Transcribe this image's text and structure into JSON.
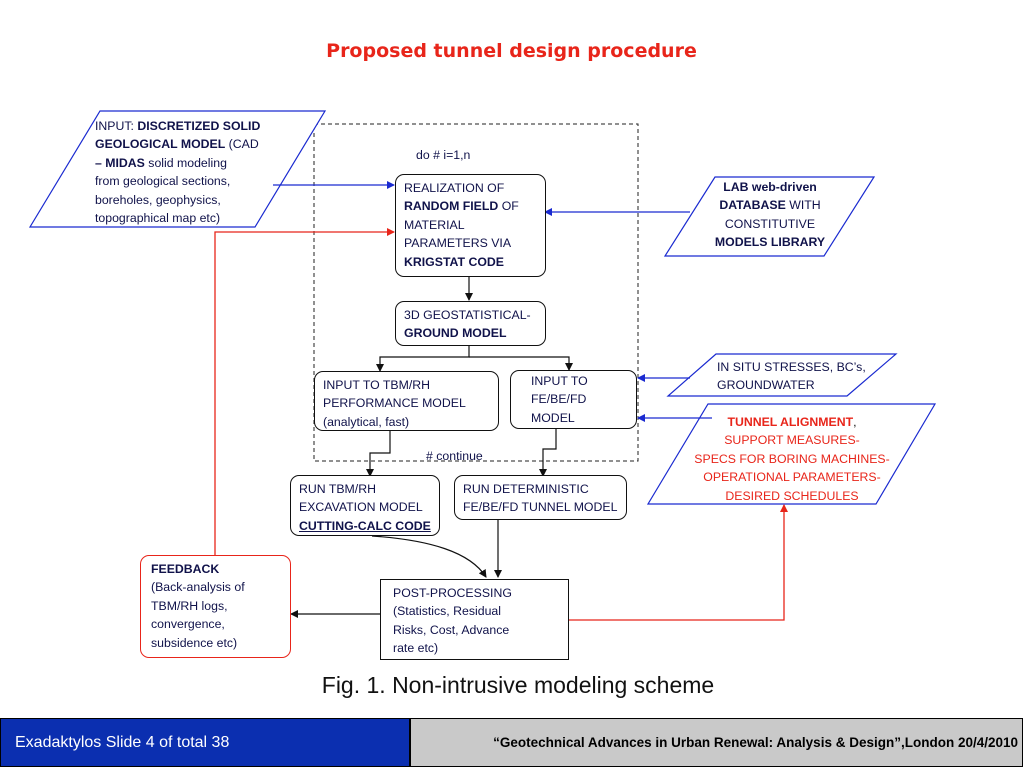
{
  "title": "Proposed tunnel design procedure",
  "loop": {
    "start": "do # i=1,n",
    "end": "# continue"
  },
  "input_geo": {
    "l1_a": "INPUT: ",
    "l1_b": "DISCRETIZED SOLID",
    "l2_a": "GEOLOGICAL MODEL",
    "l2_b": " (CAD",
    "l3_a": "– MIDAS",
    "l3_b": " solid modeling",
    "l4": "from geological sections,",
    "l5": "boreholes, geophysics,",
    "l6": "topographical map etc)"
  },
  "random_field": {
    "l1": "REALIZATION OF",
    "l2_a": "RANDOM FIELD",
    "l2_b": " OF",
    "l3": "MATERIAL",
    "l4": "PARAMETERS VIA",
    "l5": "KRIGSTAT CODE"
  },
  "lab_db": {
    "l1": "LAB web-driven",
    "l2_a": "DATABASE",
    "l2_b": " WITH",
    "l3": "CONSTITUTIVE",
    "l4": "MODELS LIBRARY"
  },
  "ground_model": {
    "l1": "3D GEOSTATISTICAL-",
    "l2": "GROUND MODEL"
  },
  "in_situ": {
    "l1": "IN SITU STRESSES, BC’s,",
    "l2": "GROUNDWATER"
  },
  "tbm_input": {
    "l1": "INPUT TO TBM/RH",
    "l2": "PERFORMANCE MODEL",
    "l3": "(analytical, fast)"
  },
  "fe_input": {
    "l1": "INPUT TO",
    "l2": "FE/BE/FD",
    "l3": "MODEL"
  },
  "alignment": {
    "l1_a": "TUNNEL ALIGNMENT",
    "l1_b": ",",
    "l2": "SUPPORT MEASURES-",
    "l3": "SPECS FOR BORING MACHINES-",
    "l4": "OPERATIONAL PARAMETERS-",
    "l5": "DESIRED SCHEDULES"
  },
  "run_tbm": {
    "l1": "RUN TBM/RH",
    "l2": "EXCAVATION MODEL",
    "l3": "CUTTING-CALC CODE"
  },
  "run_det": {
    "l1": "RUN DETERMINISTIC",
    "l2": "FE/BE/FD TUNNEL MODEL"
  },
  "feedback": {
    "l1": "FEEDBACK",
    "l2": "(Back-analysis of",
    "l3": "TBM/RH logs,",
    "l4": "convergence,",
    "l5": "subsidence etc)"
  },
  "post": {
    "l1": "POST-PROCESSING",
    "l2": "(Statistics, Residual",
    "l3": "Risks, Cost, Advance",
    "l4": "rate etc)"
  },
  "caption": "Fig. 1. Non-intrusive modeling scheme",
  "footer": {
    "left": "Exadaktylos Slide 4 of  total 38",
    "right": "“Geotechnical Advances in Urban Renewal: Analysis & Design”,London 20/4/2010"
  }
}
